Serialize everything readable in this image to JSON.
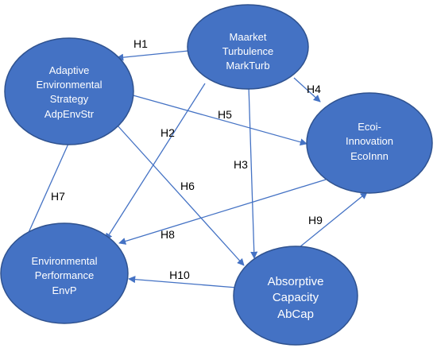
{
  "nodes": {
    "market_turbulence": {
      "lines": [
        "Maarket",
        "Turbulence",
        "MarkTurb"
      ]
    },
    "adaptive_strategy": {
      "lines": [
        "Adaptive",
        "Environmental",
        "Strategy",
        "AdpEnvStr"
      ]
    },
    "eco_innovation": {
      "lines": [
        "Ecoi-",
        "Innovation",
        "EcoInnn"
      ]
    },
    "env_performance": {
      "lines": [
        "Environmental",
        "Performance",
        "EnvP"
      ]
    },
    "absorptive_capacity": {
      "lines": [
        "Absorptive",
        "Capacity",
        "AbCap"
      ]
    }
  },
  "edges": {
    "h1": {
      "label": "H1"
    },
    "h2": {
      "label": "H2"
    },
    "h3": {
      "label": "H3"
    },
    "h4": {
      "label": "H4"
    },
    "h5": {
      "label": "H5"
    },
    "h6": {
      "label": "H6"
    },
    "h7": {
      "label": "H7"
    },
    "h8": {
      "label": "H8"
    },
    "h9": {
      "label": "H9"
    },
    "h10": {
      "label": "H10"
    }
  },
  "colors": {
    "node_fill": "#4472C4",
    "node_stroke": "#2F528F",
    "edge": "#4472C4",
    "label_text": "#000000",
    "node_text": "#FFFFFF"
  }
}
